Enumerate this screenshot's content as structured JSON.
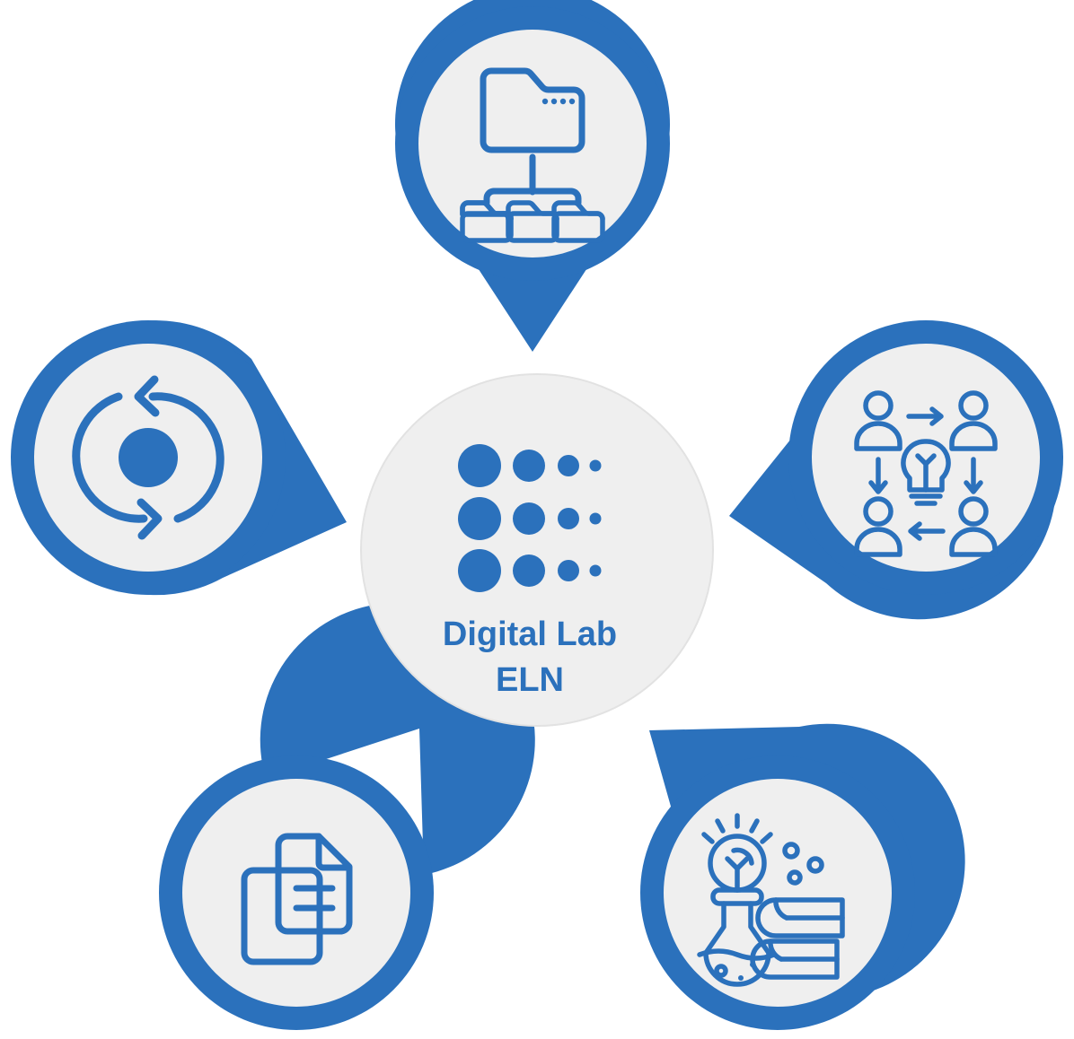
{
  "diagram": {
    "title": "Digital Lab ELN",
    "type": "radial-pin-diagram",
    "colors": {
      "brand_blue": "#2B71BC",
      "disc_fill": "#EFEFEF",
      "disc_border": "#E2E2E2",
      "background": "#FFFFFF"
    }
  },
  "hub": {
    "line1": "Digital Lab",
    "line2": "ELN",
    "dot_grid": {
      "rows": 3,
      "columns": 4,
      "column_radii": [
        24,
        18,
        12,
        6.5
      ]
    }
  },
  "pins": [
    {
      "id": "top",
      "position": "top",
      "icon_name": "folder-hierarchy-icon",
      "icon_meaning": "folder structure with parent folder branching to three subfolders",
      "tail_direction": "down"
    },
    {
      "id": "left",
      "position": "left",
      "icon_name": "sync-cycle-icon",
      "icon_meaning": "circular sync arrows around a solid center dot",
      "tail_direction": "right"
    },
    {
      "id": "right",
      "position": "right",
      "icon_name": "collaboration-icon",
      "icon_meaning": "four people connected by arrows around a central lightbulb",
      "tail_direction": "left"
    },
    {
      "id": "bottom-left",
      "position": "bottom-left",
      "icon_name": "document-copy-icon",
      "icon_meaning": "two stacked documents with text lines",
      "tail_direction": "up-right"
    },
    {
      "id": "bottom-right",
      "position": "bottom-right",
      "icon_name": "research-lab-icon",
      "icon_meaning": "lightbulb over a flask with bubbles beside a stack of books",
      "tail_direction": "up-left"
    }
  ]
}
